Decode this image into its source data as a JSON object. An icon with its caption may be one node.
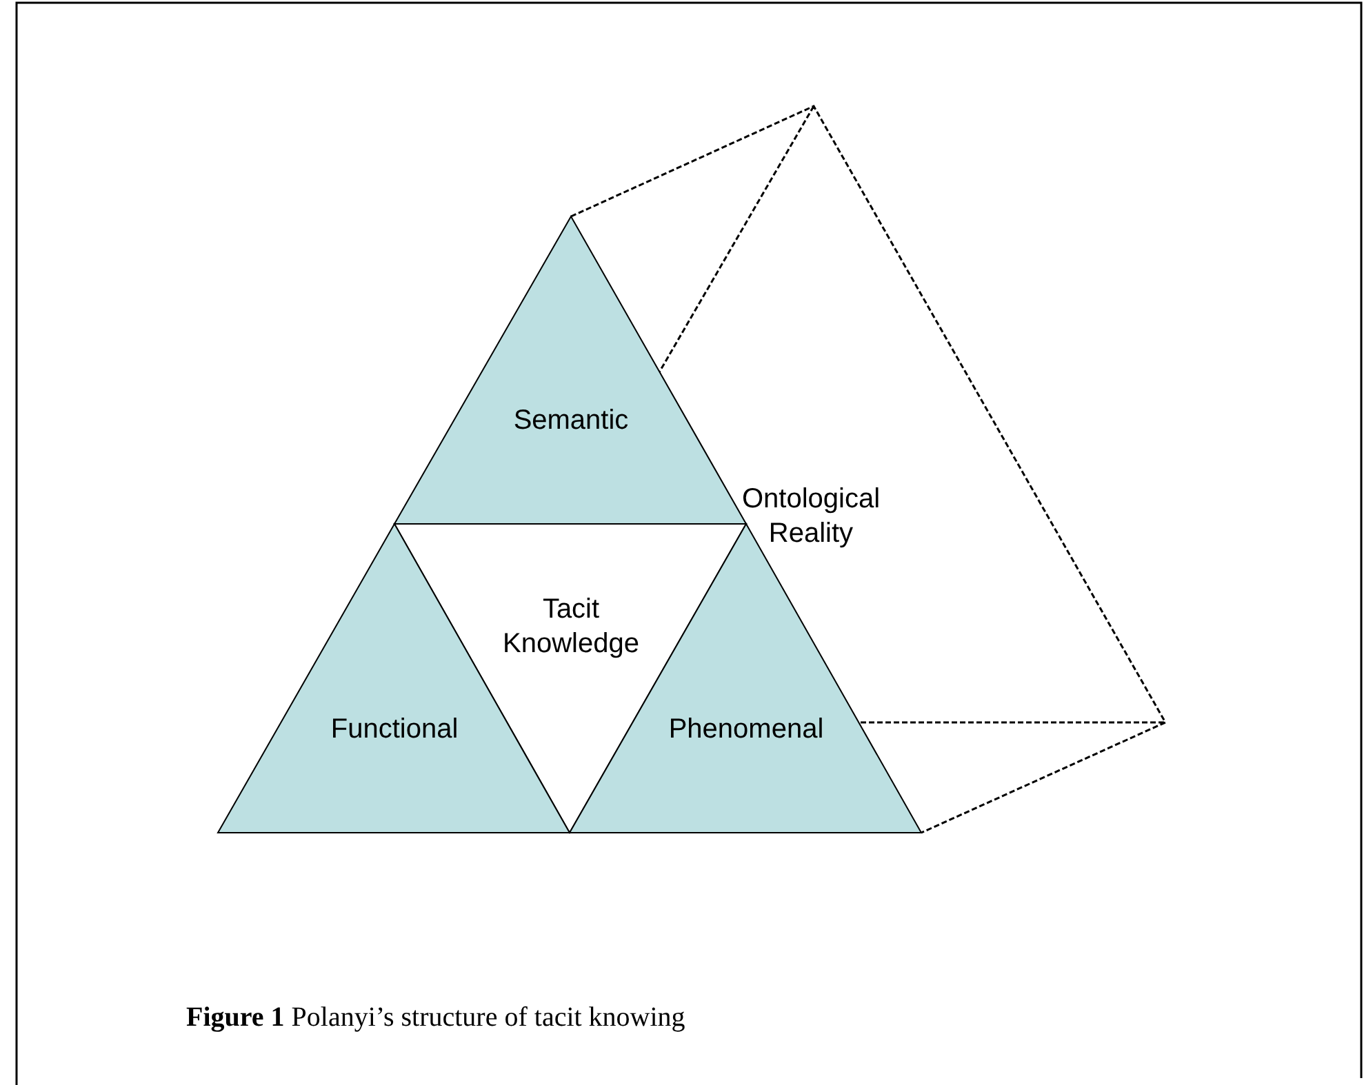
{
  "diagram": {
    "caption": "**Figure 1** Polanyi’s structure of tacit knowing",
    "nodes": [
      {
        "text": [
          "Semantic"
        ]
      },
      {
        "text": [
          "Tacit Knowledge"
        ]
      },
      {
        "text": [
          "Functional"
        ]
      },
      {
        "text": [
          "Phenomenal"
        ]
      },
      {
        "text": [
          "Ontological Reality"
        ]
      }
    ]
  }
}
